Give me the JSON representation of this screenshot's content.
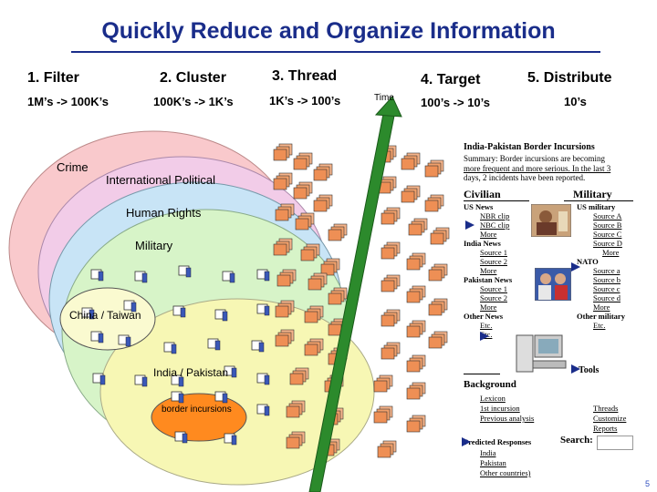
{
  "title": "Quickly Reduce and Organize Information",
  "stages": [
    {
      "label": "1. Filter",
      "volume": "1M’s -> 100K’s"
    },
    {
      "label": "2. Cluster",
      "volume": "100K’s -> 1K’s"
    },
    {
      "label": "3. Thread",
      "volume": "1K’s -> 100’s"
    },
    {
      "label": "4. Target",
      "volume": "100’s -> 10’s"
    },
    {
      "label": "5. Distribute",
      "volume": "10’s"
    }
  ],
  "time_label": "Time",
  "circles": {
    "crime": "Crime",
    "international_political": "International Political",
    "human_rights": "Human Rights",
    "military": "Military",
    "china_taiwan": "China / Taiwan",
    "india_pakistan": "India / Pakistan",
    "border_incursions": "border incursions"
  },
  "colors": {
    "title": "#1a2d8a",
    "crime": "#f9c9cc",
    "international_political": "#f2cce8",
    "human_rights": "#c8e4f6",
    "military": "#d7f4c8",
    "india_pakistan": "#f7f7b4",
    "border_incursions": "#ff8a1f",
    "time_arrow": "#2c8a2c",
    "doc": "#f2a06a"
  },
  "panel": {
    "title": "India-Pakistan Border Incursions",
    "summary_lines": [
      "Summary: Border incursions are becoming",
      "more frequent and more serious.  In the last 3",
      "days, 2 incidents have been reported."
    ],
    "civilian_heading": "Civilian",
    "military_heading": "Military",
    "civilian": [
      "US News",
      "NBR clip",
      "NBC clip",
      "More",
      "India News",
      "Source 1",
      "Source 2",
      "More",
      "Pakistan News",
      "Source 1",
      "Source 2",
      "More",
      "Other News",
      "Etc.",
      "Etc."
    ],
    "military": [
      "US military",
      "Source A",
      "Source B",
      "Source C",
      "Source D",
      "More",
      "NATO",
      "Source a",
      "Source b",
      "Source c",
      "Source d",
      "More",
      "Other military",
      "Etc."
    ],
    "tools_label": "Tools",
    "background_heading": "Background",
    "background_left": [
      "Lexicon",
      "1st incursion",
      "Previous analysis"
    ],
    "background_right": [
      "Threads",
      "Customize",
      "Reports"
    ],
    "predicted_heading": "Predicted Responses",
    "predicted": [
      "India",
      "Pakistan",
      "Other countries)"
    ],
    "search_label": "Search:"
  },
  "page_number": "5"
}
